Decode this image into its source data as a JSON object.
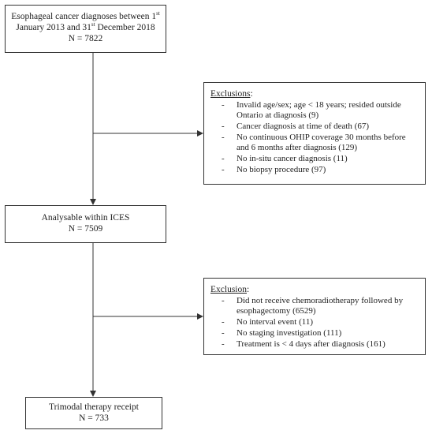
{
  "boxes": {
    "top": {
      "line1": "Esophageal cancer diagnoses between 1",
      "line1_sup": "st",
      "line2a": "January 2013 and 31",
      "line2_sup": "st",
      "line2b": " December 2018",
      "line3": "N = 7822"
    },
    "middle": {
      "line1": "Analysable within ICES",
      "line2": "N = 7509"
    },
    "bottom": {
      "line1": "Trimodal therapy receipt",
      "line2": "N = 733"
    }
  },
  "exclusions1": {
    "heading": "Exclusions",
    "colon": ":",
    "items": [
      "Invalid age/sex; age < 18 years; resided outside Ontario at diagnosis (9)",
      "Cancer diagnosis at time of death (67)",
      "No continuous OHIP coverage 30 months before and 6 months after diagnosis (129)",
      "No in-situ cancer diagnosis (11)",
      "No biopsy procedure (97)"
    ]
  },
  "exclusions2": {
    "heading": "Exclusion",
    "colon": ":",
    "items": [
      "Did not receive chemoradiotherapy followed by esophagectomy (6529)",
      "No interval event (11)",
      "No staging investigation (111)",
      "Treatment is < 4 days after diagnosis (161)"
    ]
  },
  "bullet_char": "-",
  "colors": {
    "line": "#333333",
    "text": "#222222"
  }
}
